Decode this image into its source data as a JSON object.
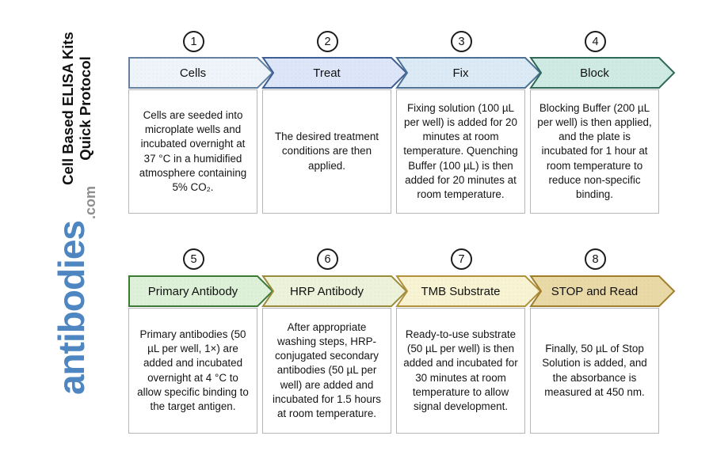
{
  "title": {
    "line1": "Cell Based ELISA Kits",
    "line2": "Quick Protocol"
  },
  "brand": {
    "name": "antibodies",
    "tld": ".com",
    "name_color": "#4d86c0",
    "tld_color": "#8e8e8e"
  },
  "rows": [
    {
      "steps": [
        {
          "num": "1",
          "label": "Cells",
          "body": "Cells are seeded into microplate wells and incubated overnight at 37 °C in a humidified atmosphere containing 5% CO₂.",
          "fill": "#eff4fb",
          "border": "#64819f"
        },
        {
          "num": "2",
          "label": "Treat",
          "body": "The desired treatment conditions are then applied.",
          "fill": "#dde6f8",
          "border": "#3e5f94"
        },
        {
          "num": "3",
          "label": "Fix",
          "body": "Fixing solution (100 µL per well) is added for 20 minutes at room temperature. Quenching Buffer (100 µL) is then added for 20 minutes at room temperature.",
          "fill": "#dceaf5",
          "border": "#4c7196"
        },
        {
          "num": "4",
          "label": "Block",
          "body": "Blocking Buffer (200 µL per well) is then applied, and the plate is incubated for 1 hour at room temperature to reduce non-specific binding.",
          "fill": "#cfeae2",
          "border": "#2f6a57"
        }
      ]
    },
    {
      "steps": [
        {
          "num": "5",
          "label": "Primary Antibody",
          "body": "Primary antibodies (50 µL per well, 1×) are added and incubated overnight at 4 °C to allow specific binding to the target antigen.",
          "fill": "#ddf0d8",
          "border": "#3c7a36"
        },
        {
          "num": "6",
          "label": "HRP Antibody",
          "body": "After appropriate washing steps, HRP-conjugated secondary antibodies (50 µL per well) are added and incubated for 1.5 hours at room temperature.",
          "fill": "#edf2da",
          "border": "#9a8c3c"
        },
        {
          "num": "7",
          "label": "TMB Substrate",
          "body": "Ready-to-use substrate (50 µL per well) is then added and incubated for 30 minutes at room temperature to allow signal development.",
          "fill": "#f8f3d3",
          "border": "#b3923c"
        },
        {
          "num": "8",
          "label": "STOP and Read",
          "body": "Finally, 50 µL of Stop Solution is added, and the absorbance is measured at 450 nm.",
          "fill": "#e9d9a7",
          "border": "#a07f2c"
        }
      ]
    }
  ]
}
